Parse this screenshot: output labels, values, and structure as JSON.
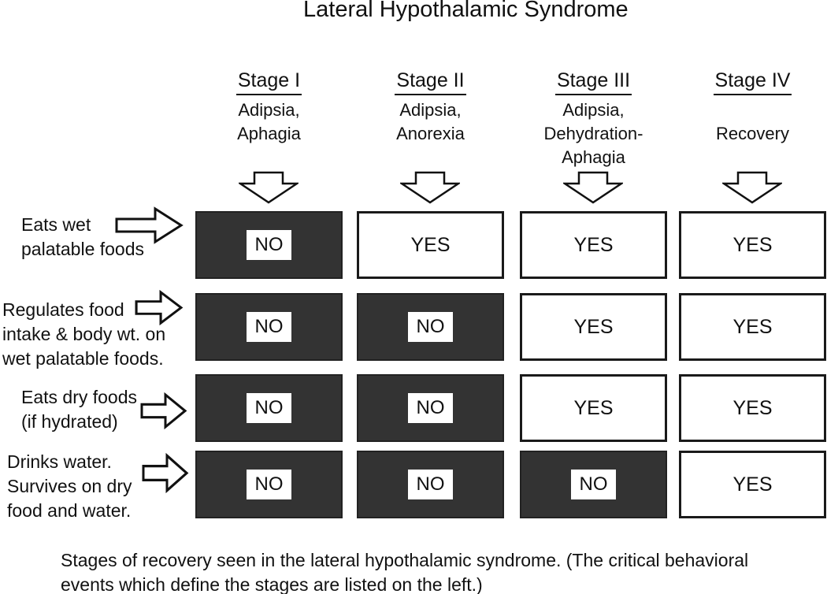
{
  "title": "Lateral Hypothalamic Syndrome",
  "colors": {
    "background": "#ffffff",
    "dark_cell": "#333333",
    "light_cell": "#ffffff",
    "border": "#1a1a1a",
    "text": "#111111"
  },
  "icons": {
    "column_arrow": "down-block-arrow",
    "row_arrow": "right-block-arrow"
  },
  "stages": [
    {
      "name": "Stage I",
      "sub": [
        "Adipsia,",
        "Aphagia"
      ]
    },
    {
      "name": "Stage II",
      "sub": [
        "Adipsia,",
        "Anorexia"
      ]
    },
    {
      "name": "Stage III",
      "sub": [
        "Adipsia,",
        "Dehydration-",
        "Aphagia"
      ]
    },
    {
      "name": "Stage IV",
      "sub": [
        "",
        "Recovery"
      ]
    }
  ],
  "rows": [
    {
      "label_lines": [
        "Eats wet",
        "palatable foods"
      ],
      "values": [
        "NO",
        "YES",
        "YES",
        "YES"
      ]
    },
    {
      "label_lines": [
        "Regulates food",
        "intake & body wt. on",
        "wet palatable foods."
      ],
      "values": [
        "NO",
        "NO",
        "YES",
        "YES"
      ]
    },
    {
      "label_lines": [
        "Eats dry foods",
        "(if hydrated)"
      ],
      "values": [
        "NO",
        "NO",
        "YES",
        "YES"
      ]
    },
    {
      "label_lines": [
        "Drinks water.",
        "Survives on dry",
        "food and water."
      ],
      "values": [
        "NO",
        "NO",
        "NO",
        "YES"
      ]
    }
  ],
  "caption_lines": [
    "Stages of recovery seen in the lateral hypothalamic syndrome. (The critical behavioral",
    "events which define the stages are listed on the left.)"
  ]
}
